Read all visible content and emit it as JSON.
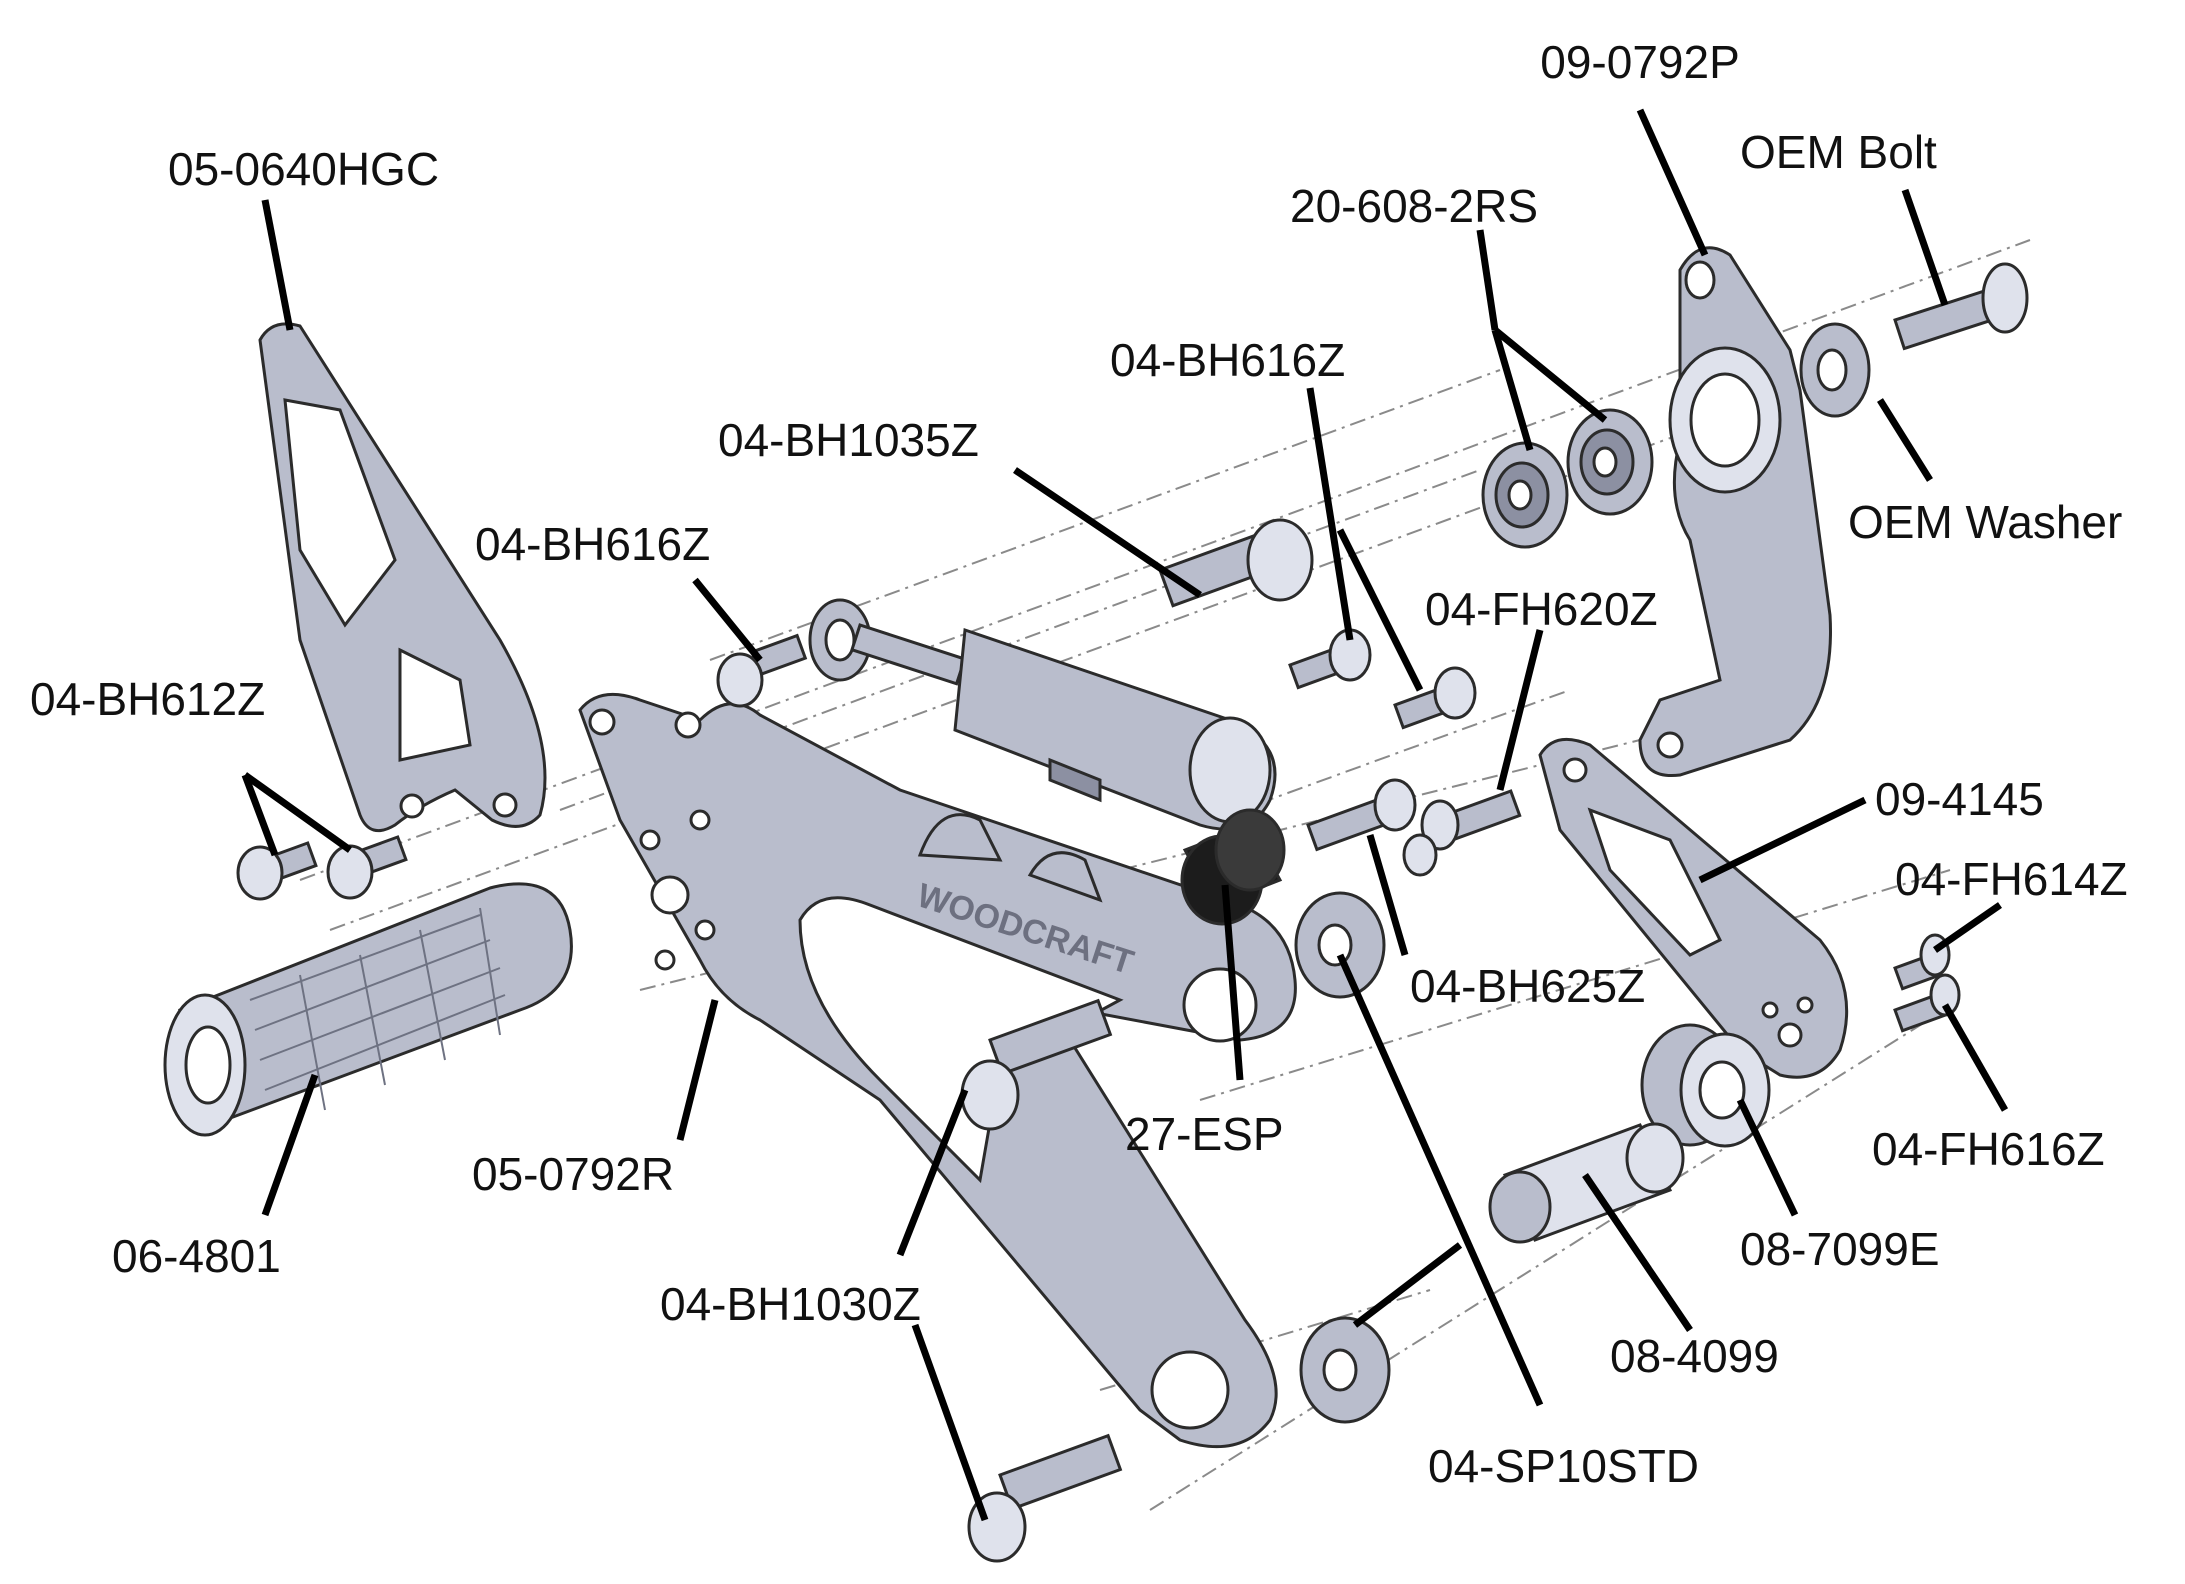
{
  "diagram": {
    "brand_mark": "WOODCRAFT",
    "colors": {
      "metal": "#b9bdcc",
      "metal_dark": "#8c90a2",
      "metal_light": "#dfe2ec",
      "rubber": "#1c1c1c",
      "leader": "#000000"
    },
    "labels": {
      "p_09_0792p": "09-0792P",
      "p_oem_bolt": "OEM Bolt",
      "p_05_0640hgc": "05-0640HGC",
      "p_20_608_2rs": "20-608-2RS",
      "p_04_bh616z_top": "04-BH616Z",
      "p_04_bh1035z": "04-BH1035Z",
      "p_oem_washer": "OEM Washer",
      "p_04_bh616z_left": "04-BH616Z",
      "p_04_fh620z": "04-FH620Z",
      "p_04_bh612z": "04-BH612Z",
      "p_09_4145": "09-4145",
      "p_04_fh614z": "04-FH614Z",
      "p_04_bh625z": "04-BH625Z",
      "p_27_esp": "27-ESP",
      "p_04_fh616z": "04-FH616Z",
      "p_05_0792r": "05-0792R",
      "p_08_7099e": "08-7099E",
      "p_06_4801": "06-4801",
      "p_04_bh1030z": "04-BH1030Z",
      "p_08_4099": "08-4099",
      "p_04_sp10std": "04-SP10STD"
    }
  }
}
